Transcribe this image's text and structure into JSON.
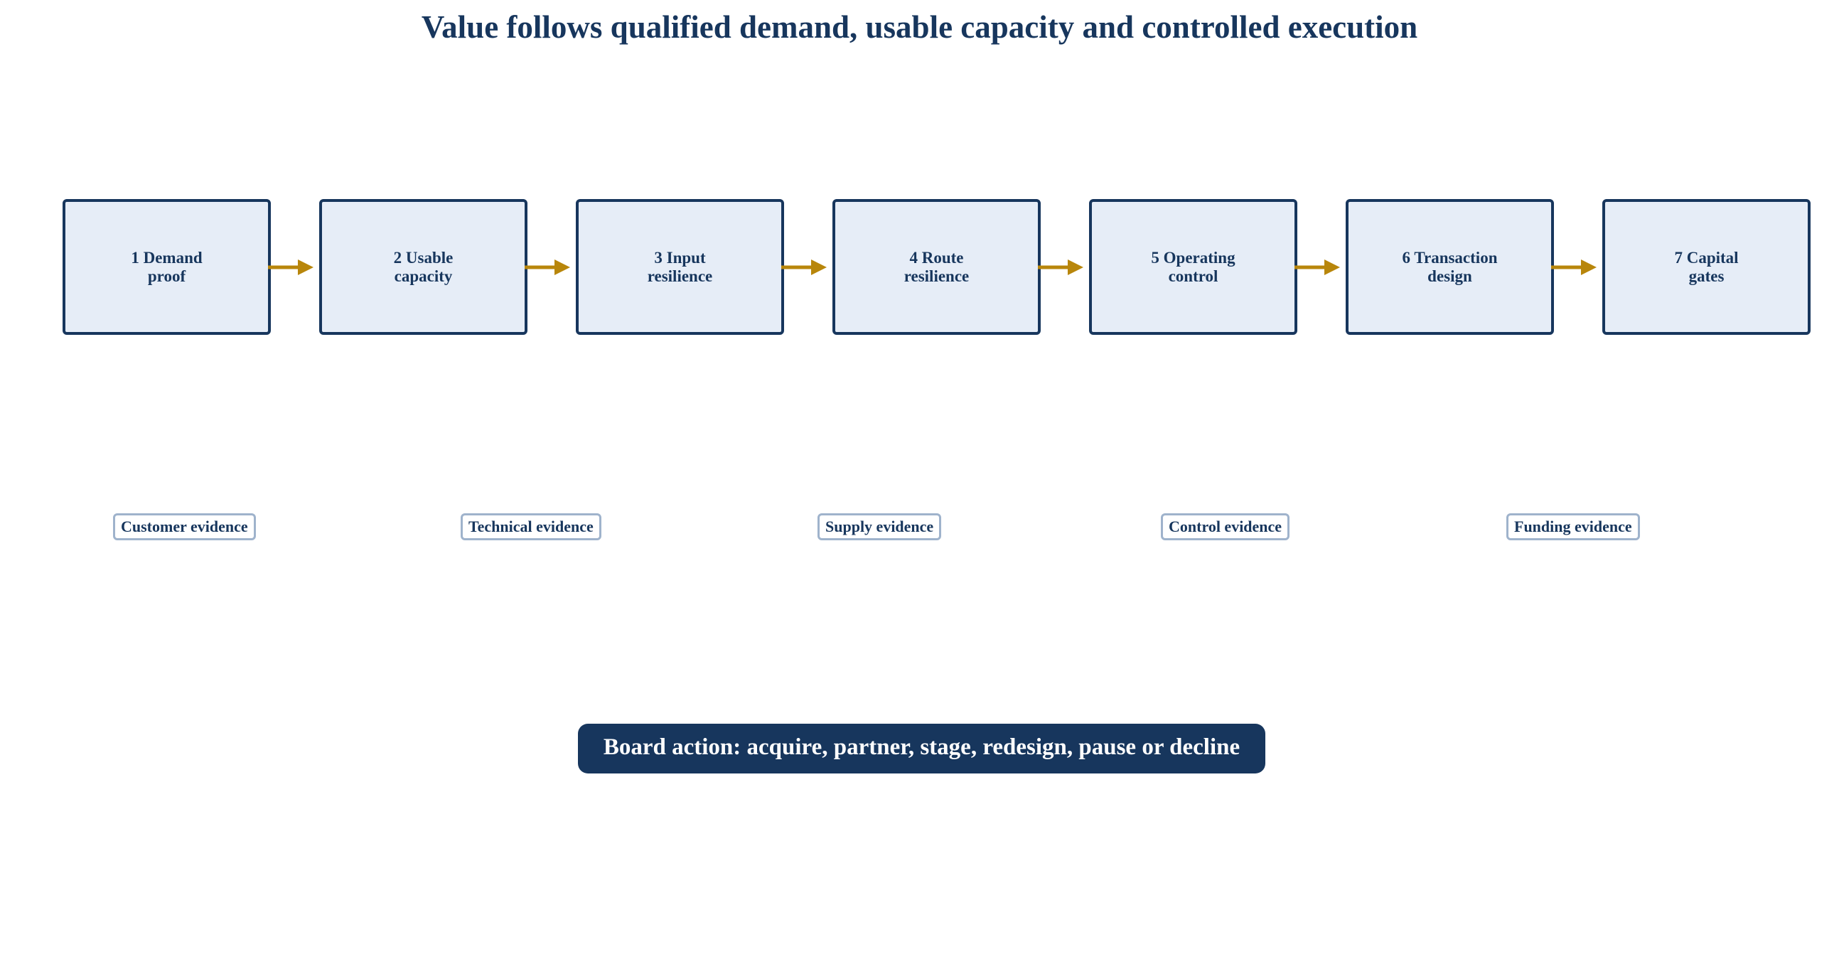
{
  "title": "Value follows qualified demand, usable capacity and controlled execution",
  "stages": [
    {
      "label": "1  Demand\nproof"
    },
    {
      "label": "2  Usable\ncapacity"
    },
    {
      "label": "3  Input\nresilience"
    },
    {
      "label": "4  Route\nresilience"
    },
    {
      "label": "5  Operating\ncontrol"
    },
    {
      "label": "6  Transaction\ndesign"
    },
    {
      "label": "7  Capital\ngates"
    }
  ],
  "evidence": [
    {
      "label": "Customer evidence"
    },
    {
      "label": "Technical evidence"
    },
    {
      "label": "Supply evidence"
    },
    {
      "label": "Control evidence"
    },
    {
      "label": "Funding evidence"
    }
  ],
  "action": {
    "label": "Board action: acquire, partner, stage, redesign, pause or decline"
  },
  "colors": {
    "navy": "#17365d",
    "box_fill": "#e6edf7",
    "arrow": "#b8860b",
    "evidence_border": "#9fb3cc"
  }
}
